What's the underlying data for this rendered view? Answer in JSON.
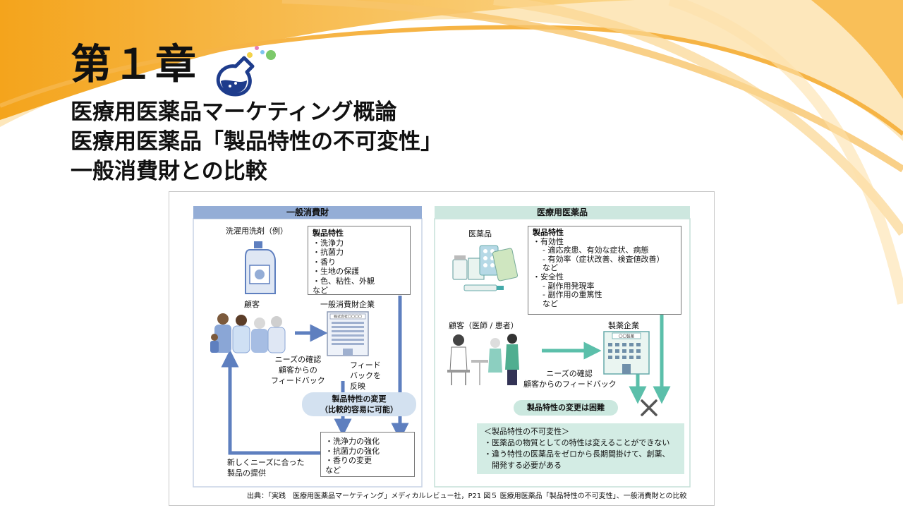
{
  "slide": {
    "chapter_title": "第１章",
    "subtitle_lines": [
      "医療用医薬品マーケティング概論",
      "医療用医薬品「製品特性の不可変性」",
      "一般消費財との比較"
    ]
  },
  "figure": {
    "left_panel": {
      "header": "一般消費財",
      "product_label": "洗濯用洗剤（例）",
      "traits_title": "製品特性",
      "traits": [
        "・洗浄力",
        "・抗菌力",
        "・香り",
        "・生地の保護",
        "・色、粘性、外観",
        "など"
      ],
      "customer_label": "顧客",
      "company_label": "一般消費財企業",
      "company_sign": "株式会社〇〇〇〇",
      "needs_text": [
        "ニーズの確認",
        "顧客からの",
        "フィードバック"
      ],
      "feedback_text": [
        "フィード",
        "バックを",
        "反映"
      ],
      "change_text": [
        "製品特性の変更",
        "（比較的容易に可能）"
      ],
      "results": [
        "・洗浄力の強化",
        "・抗菌力の強化",
        "・香りの変更",
        "など"
      ],
      "new_product_text": [
        "新しくニーズに合った",
        "製品の提供"
      ]
    },
    "right_panel": {
      "header": "医療用医薬品",
      "product_label": "医薬品",
      "traits_title": "製品特性",
      "traits": [
        "・有効性",
        "- 適応疾患、有効な症状、病態",
        "- 有効率（症状改善、検査値改善）",
        "など",
        "・安全性",
        "- 副作用発現率",
        "- 副作用の重篤性",
        "など"
      ],
      "customer_label": "顧客（医師 / 患者）",
      "company_label": "製薬企業",
      "company_sign": "〇〇製薬",
      "needs_text": [
        "ニーズの確認",
        "顧客からのフィードバック"
      ],
      "change_text": "製品特性の変更は困難",
      "note_title": "＜製品特性の不可変性＞",
      "note_items": [
        "・医薬品の物質としての特性は変えることができない",
        "・違う特性の医薬品をゼロから長期間掛けて、創薬、",
        "　開発する必要がある"
      ]
    },
    "source": "出典：「実践　医療用医薬品マーケティング」メディカルレビュー社，P21 図５ 医療用医薬品「製品特性の不可変性」、一般消費財との比較"
  },
  "colors": {
    "accent_orange": "#f5a623",
    "left_blue": "#5e7fbf",
    "left_header": "#94add6",
    "right_teal": "#5bbfaa",
    "right_header": "#cde7df"
  },
  "icons": [
    "flask-icon",
    "detergent-bottle-icon",
    "family-icon",
    "office-building-icon",
    "pharma-building-icon",
    "medicine-icon",
    "doctor-patient-icon",
    "cross-mark-icon"
  ]
}
